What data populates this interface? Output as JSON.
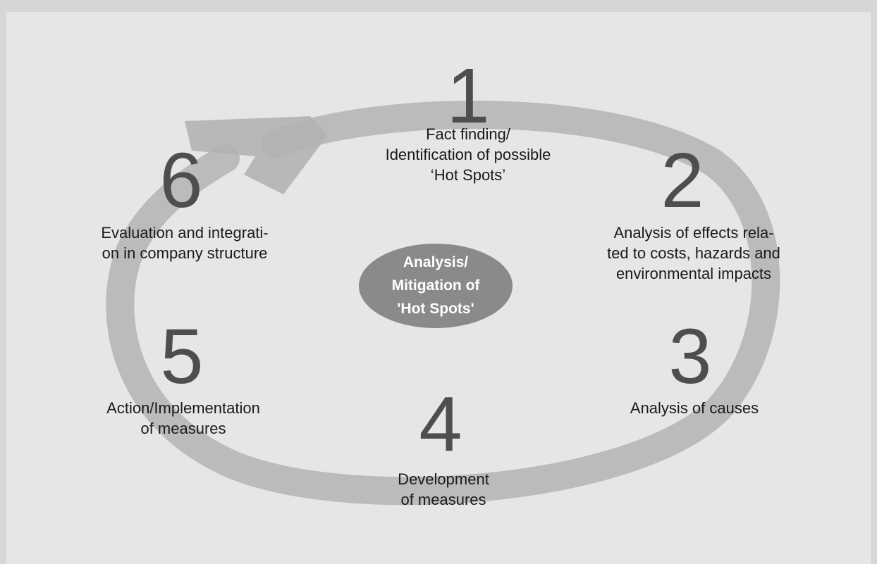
{
  "center": {
    "lines": [
      "Analysis/",
      "Mitigation of",
      "'Hot Spots'"
    ]
  },
  "steps": [
    {
      "number": "1",
      "lines": [
        "Fact finding/",
        "Identification of possible",
        "‘Hot Spots’"
      ]
    },
    {
      "number": "2",
      "lines": [
        "Analysis of effects rela-",
        "ted to costs, hazards and",
        "environmental impacts"
      ]
    },
    {
      "number": "3",
      "lines": [
        "Analysis of causes"
      ]
    },
    {
      "number": "4",
      "lines": [
        "Development",
        "of measures"
      ]
    },
    {
      "number": "5",
      "lines": [
        "Action/Implementation",
        "of measures"
      ]
    },
    {
      "number": "6",
      "lines": [
        "Evaluation and integrati-",
        "on in company structure"
      ]
    }
  ],
  "colors": {
    "background": "#d6d6d6",
    "panel": "#e6e6e6",
    "arrow": "#b3b3b3",
    "numbers": "#4e4e4e",
    "center": "#8a8a8a"
  }
}
